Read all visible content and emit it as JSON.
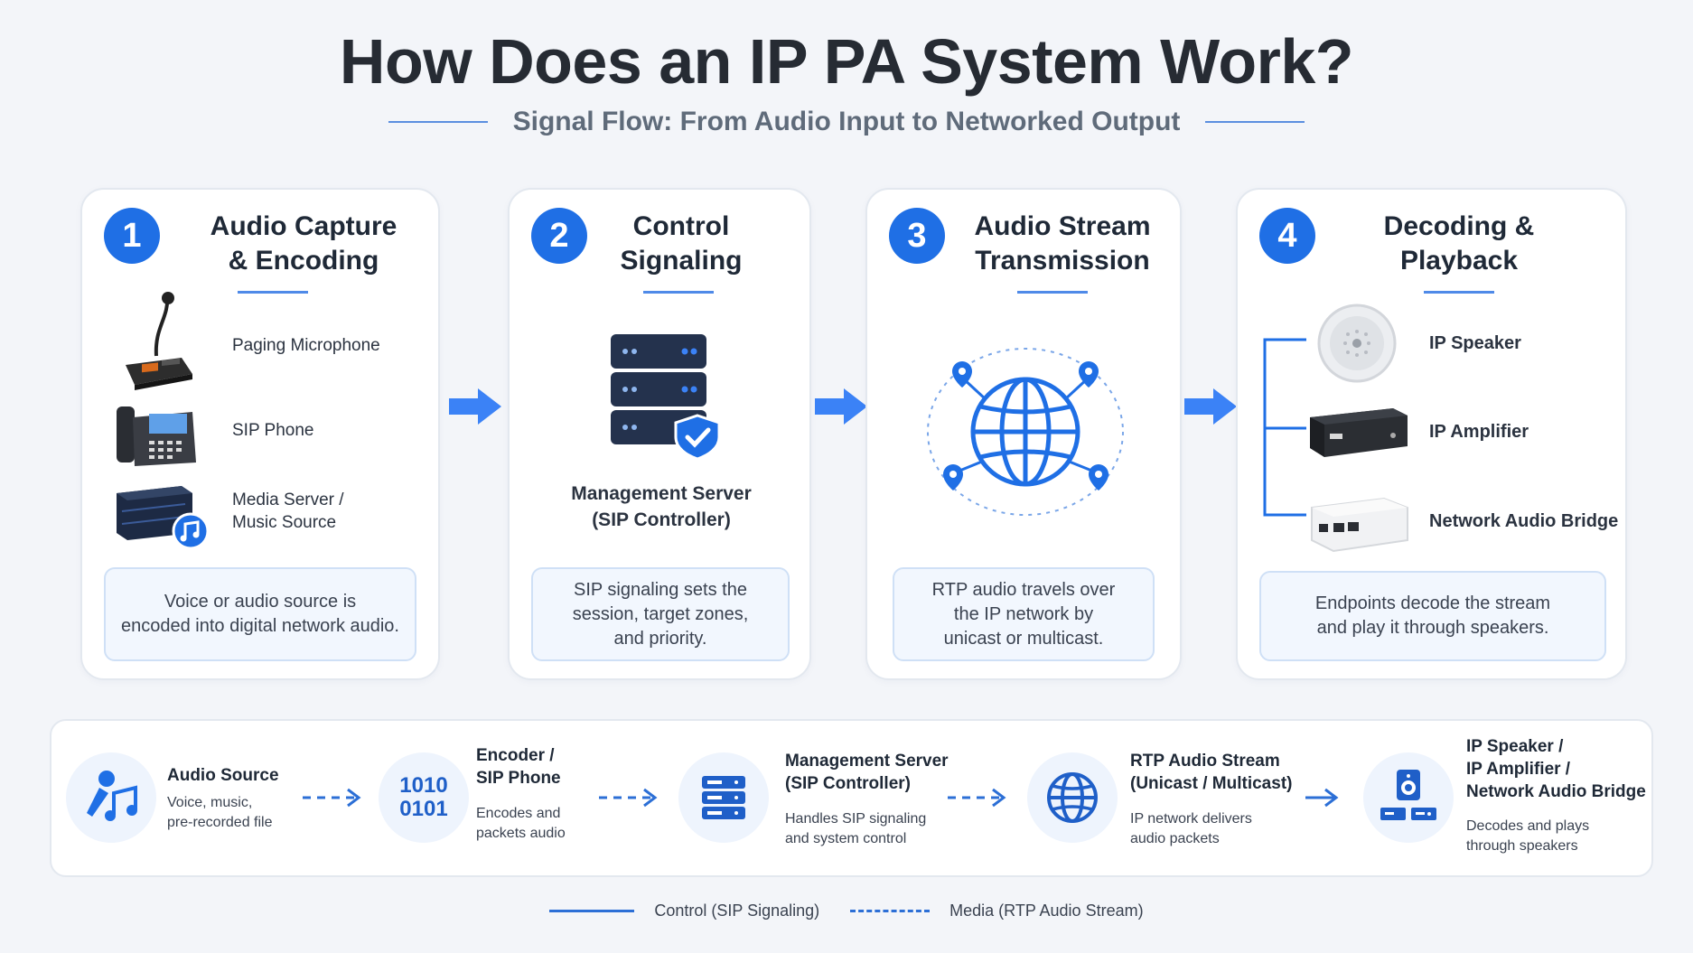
{
  "title": "How Does an IP PA System Work?",
  "subtitle": "Signal Flow: From Audio Input to Networked Output",
  "steps": [
    {
      "number": "1",
      "title_line1": "Audio Capture",
      "title_line2": "& Encoding",
      "devices": [
        {
          "label_line1": "Paging Microphone"
        },
        {
          "label_line1": "SIP Phone"
        },
        {
          "label_line1": "Media Server /",
          "label_line2": "Music Source"
        }
      ],
      "note_line1": "Voice or audio source is",
      "note_line2": "encoded into digital network audio."
    },
    {
      "number": "2",
      "title_line1": "Control",
      "title_line2": "Signaling",
      "device_line1": "Management Server",
      "device_line2": "(SIP Controller)",
      "note_line1": "SIP signaling sets the",
      "note_line2": "session, target zones,",
      "note_line3": "and priority."
    },
    {
      "number": "3",
      "title_line1": "Audio Stream",
      "title_line2": "Transmission",
      "note_line1": "RTP audio travels over",
      "note_line2": "the IP network by",
      "note_line3": "unicast or multicast."
    },
    {
      "number": "4",
      "title_line1": "Decoding &",
      "title_line2": "Playback",
      "devices": [
        {
          "label_line1": "IP Speaker"
        },
        {
          "label_line1": "IP Amplifier"
        },
        {
          "label_line1": "Network Audio Bridge"
        }
      ],
      "note_line1": "Endpoints decode the stream",
      "note_line2": "and play it through speakers."
    }
  ],
  "bottom_flow": [
    {
      "title_line1": "Audio Source",
      "desc_line1": "Voice, music,",
      "desc_line2": "pre-recorded file",
      "icon": "music-note-icon"
    },
    {
      "title_line1": "Encoder /",
      "title_line2": "SIP Phone",
      "desc_line1": "Encodes and",
      "desc_line2": "packets audio",
      "icon_line1": "1010",
      "icon_line2": "0101"
    },
    {
      "title_line1": "Management Server",
      "title_line2": "(SIP Controller)",
      "desc_line1": "Handles SIP signaling",
      "desc_line2": "and system control",
      "icon": "server-icon"
    },
    {
      "title_line1": "RTP Audio Stream",
      "title_line2": "(Unicast / Multicast)",
      "desc_line1": "IP network delivers",
      "desc_line2": "audio packets",
      "icon": "globe-icon"
    },
    {
      "title_line1": "IP Speaker /",
      "title_line2": "IP Amplifier /",
      "title_line3": "Network Audio Bridge",
      "desc_line1": "Decodes and plays",
      "desc_line2": "through speakers",
      "icon": "speaker-icon"
    }
  ],
  "legend": {
    "control_label": "Control (SIP Signaling)",
    "media_label": "Media (RTP Audio Stream)"
  },
  "colors": {
    "accent": "#1f6fe5",
    "arrow": "#3b82f6",
    "note_bg": "#f2f7fe"
  }
}
